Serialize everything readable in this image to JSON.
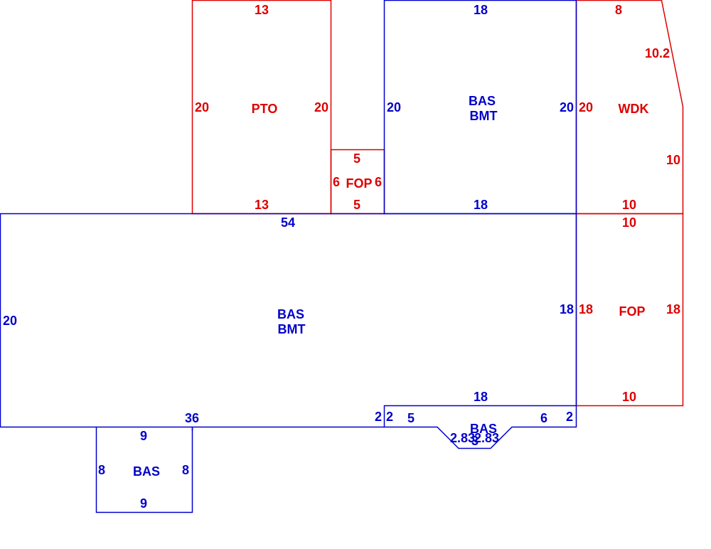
{
  "colors": {
    "living": "#0000cc",
    "other": "#dd0000",
    "background": "#ffffff"
  },
  "areas": [
    {
      "id": "main-bas-bmt",
      "type": "living",
      "labels": [
        "BAS",
        "BMT"
      ],
      "dims": [
        {
          "text": "54",
          "side": "top"
        },
        {
          "text": "20",
          "side": "left"
        },
        {
          "text": "18",
          "side": "right"
        },
        {
          "text": "36",
          "side": "bottom"
        },
        {
          "text": "2",
          "side": "bottom-right-step"
        }
      ]
    },
    {
      "id": "pto",
      "type": "other",
      "labels": [
        "PTO"
      ],
      "dims": [
        {
          "text": "13",
          "side": "top"
        },
        {
          "text": "20",
          "side": "left"
        },
        {
          "text": "20",
          "side": "right"
        },
        {
          "text": "13",
          "side": "bottom"
        }
      ]
    },
    {
      "id": "fop-small",
      "type": "other",
      "labels": [
        "FOP"
      ],
      "dims": [
        {
          "text": "5",
          "side": "top"
        },
        {
          "text": "6",
          "side": "left"
        },
        {
          "text": "6",
          "side": "right"
        },
        {
          "text": "5",
          "side": "bottom"
        }
      ]
    },
    {
      "id": "upper-bas-bmt",
      "type": "living",
      "labels": [
        "BAS",
        "BMT"
      ],
      "dims": [
        {
          "text": "18",
          "side": "top"
        },
        {
          "text": "20",
          "side": "left"
        },
        {
          "text": "20",
          "side": "right"
        },
        {
          "text": "18",
          "side": "bottom"
        }
      ]
    },
    {
      "id": "wdk",
      "type": "other",
      "labels": [
        "WDK"
      ],
      "dims": [
        {
          "text": "8",
          "side": "top"
        },
        {
          "text": "10.2",
          "side": "diagonal"
        },
        {
          "text": "20",
          "side": "left"
        },
        {
          "text": "10",
          "side": "right"
        },
        {
          "text": "10",
          "side": "bottom"
        }
      ]
    },
    {
      "id": "fop-right",
      "type": "other",
      "labels": [
        "FOP"
      ],
      "dims": [
        {
          "text": "10",
          "side": "top"
        },
        {
          "text": "18",
          "side": "left"
        },
        {
          "text": "18",
          "side": "right"
        },
        {
          "text": "10",
          "side": "bottom"
        }
      ]
    },
    {
      "id": "bump-bas",
      "type": "living",
      "labels": [
        "BAS"
      ],
      "dims": [
        {
          "text": "18",
          "side": "top"
        },
        {
          "text": "2",
          "side": "left"
        },
        {
          "text": "5",
          "side": "bottom-left"
        },
        {
          "text": "2.83",
          "side": "bay-left"
        },
        {
          "text": "3",
          "side": "bay-bottom"
        },
        {
          "text": "2.83",
          "side": "bay-right"
        },
        {
          "text": "6",
          "side": "bottom-right"
        },
        {
          "text": "2",
          "side": "right"
        }
      ]
    },
    {
      "id": "small-bas",
      "type": "living",
      "labels": [
        "BAS"
      ],
      "dims": [
        {
          "text": "9",
          "side": "top"
        },
        {
          "text": "8",
          "side": "left"
        },
        {
          "text": "8",
          "side": "right"
        },
        {
          "text": "9",
          "side": "bottom"
        }
      ]
    }
  ]
}
